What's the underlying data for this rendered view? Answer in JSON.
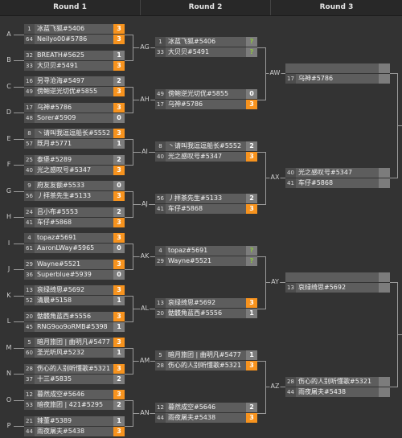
{
  "headers": [
    "Round 1",
    "Round 2",
    "Round 3"
  ],
  "colors": {
    "background": "#333333",
    "header_background": "#282828",
    "row_background": "#5d5d5d",
    "seed_background": "#4d4d4d",
    "score_background": "#7c7c7c",
    "winner_score": "#f7931e",
    "pending_score_text": "#8cc63f",
    "connector": "#9a9a9a"
  },
  "rounds": [
    {
      "matches": [
        {
          "label": "A",
          "players": [
            {
              "seed": "1",
              "name": "冰蓝飞狐#5406",
              "score": "3",
              "winner": true
            },
            {
              "seed": "64",
              "name": "Neilyo00#5786",
              "score": "3",
              "winner": true
            }
          ]
        },
        {
          "label": "B",
          "players": [
            {
              "seed": "32",
              "name": "BREATH#5625",
              "score": "1"
            },
            {
              "seed": "33",
              "name": "大贝贝#5491",
              "score": "3",
              "winner": true
            }
          ]
        },
        {
          "label": "C",
          "players": [
            {
              "seed": "16",
              "name": "另寻沧海#5497",
              "score": "2"
            },
            {
              "seed": "49",
              "name": "傍鲍逆光切优#5855",
              "score": "3",
              "winner": true
            }
          ]
        },
        {
          "label": "D",
          "players": [
            {
              "seed": "17",
              "name": "乌神#5786",
              "score": "3",
              "winner": true
            },
            {
              "seed": "48",
              "name": "Sorer#5909",
              "score": "0"
            }
          ]
        },
        {
          "label": "E",
          "players": [
            {
              "seed": "8",
              "name": "丶请叫我逗逗船长#5552",
              "score": "3",
              "winner": true
            },
            {
              "seed": "57",
              "name": "既月#5771",
              "score": "1"
            }
          ]
        },
        {
          "label": "F",
          "players": [
            {
              "seed": "25",
              "name": "泰堡#5289",
              "score": "2"
            },
            {
              "seed": "40",
              "name": "光之感叹号#5347",
              "score": "3",
              "winner": true
            }
          ]
        },
        {
          "label": "G",
          "players": [
            {
              "seed": "9",
              "name": "府友友额#5533",
              "score": "0"
            },
            {
              "seed": "56",
              "name": "丿拝茶先生#5133",
              "score": "3",
              "winner": true
            }
          ]
        },
        {
          "label": "H",
          "players": [
            {
              "seed": "24",
              "name": "吕小布#5553",
              "score": "2"
            },
            {
              "seed": "41",
              "name": "车仔#5868",
              "score": "3",
              "winner": true
            }
          ]
        },
        {
          "label": "I",
          "players": [
            {
              "seed": "4",
              "name": "topaz#5691",
              "score": "3",
              "winner": true
            },
            {
              "seed": "61",
              "name": "AaronLWay#5965",
              "score": "0"
            }
          ]
        },
        {
          "label": "J",
          "players": [
            {
              "seed": "29",
              "name": "Wayne#5521",
              "score": "3",
              "winner": true
            },
            {
              "seed": "36",
              "name": "Superblue#5939",
              "score": "0"
            }
          ]
        },
        {
          "label": "K",
          "players": [
            {
              "seed": "13",
              "name": "哀绿绮思#5692",
              "score": "3",
              "winner": true
            },
            {
              "seed": "52",
              "name": "清晨#5158",
              "score": "1"
            }
          ]
        },
        {
          "label": "L",
          "players": [
            {
              "seed": "20",
              "name": "骷髅角蓝西#5556",
              "score": "3",
              "winner": true
            },
            {
              "seed": "45",
              "name": "RNG9oo9oRMB#5398",
              "score": "1"
            }
          ]
        },
        {
          "label": "M",
          "players": [
            {
              "seed": "5",
              "name": "暗月旅团 | 曲明凡#5477",
              "score": "3",
              "winner": true
            },
            {
              "seed": "60",
              "name": "圣光听风#5232",
              "score": "1"
            }
          ]
        },
        {
          "label": "N",
          "players": [
            {
              "seed": "28",
              "name": "伤心的人别听懂歌#5321",
              "score": "3",
              "winner": true
            },
            {
              "seed": "37",
              "name": "十三#5835",
              "score": "2"
            }
          ]
        },
        {
          "label": "O",
          "players": [
            {
              "seed": "12",
              "name": "暮然成空#5646",
              "score": "3",
              "winner": true
            },
            {
              "seed": "53",
              "name": "暗夜旅团 | 421#5295",
              "score": "2"
            }
          ]
        },
        {
          "label": "P",
          "players": [
            {
              "seed": "21",
              "name": "辣董#5389",
              "score": "1"
            },
            {
              "seed": "44",
              "name": "雨夜屠夫#5438",
              "score": "3",
              "winner": true
            }
          ]
        }
      ]
    },
    {
      "matches": [
        {
          "label": "AG",
          "players": [
            {
              "seed": "1",
              "name": "冰蓝飞狐#5406",
              "score": "?"
            },
            {
              "seed": "33",
              "name": "大贝贝#5491",
              "score": "?"
            }
          ]
        },
        {
          "label": "AH",
          "players": [
            {
              "seed": "49",
              "name": "傍鲍逆光切优#5855",
              "score": "0"
            },
            {
              "seed": "17",
              "name": "乌神#5786",
              "score": "3",
              "winner": true
            }
          ]
        },
        {
          "label": "AI",
          "players": [
            {
              "seed": "8",
              "name": "丶请叫我逗逗船长#5552",
              "score": "2"
            },
            {
              "seed": "40",
              "name": "光之感叹号#5347",
              "score": "3",
              "winner": true
            }
          ]
        },
        {
          "label": "AJ",
          "players": [
            {
              "seed": "56",
              "name": "丿拝茶先生#5133",
              "score": "2"
            },
            {
              "seed": "41",
              "name": "车仔#5868",
              "score": "3",
              "winner": true
            }
          ]
        },
        {
          "label": "AK",
          "players": [
            {
              "seed": "4",
              "name": "topaz#5691",
              "score": "?"
            },
            {
              "seed": "29",
              "name": "Wayne#5521",
              "score": "?"
            }
          ]
        },
        {
          "label": "AL",
          "players": [
            {
              "seed": "13",
              "name": "哀绿绮思#5692",
              "score": "3",
              "winner": true
            },
            {
              "seed": "20",
              "name": "骷髅角蓝西#5556",
              "score": "1"
            }
          ]
        },
        {
          "label": "AM",
          "players": [
            {
              "seed": "5",
              "name": "暗月旅团 | 曲明凡#5477",
              "score": "1"
            },
            {
              "seed": "28",
              "name": "伤心的人别听懂歌#5321",
              "score": "3",
              "winner": true
            }
          ]
        },
        {
          "label": "AN",
          "players": [
            {
              "seed": "12",
              "name": "暮然成空#5646",
              "score": "2"
            },
            {
              "seed": "44",
              "name": "雨夜屠夫#5438",
              "score": "3",
              "winner": true
            }
          ]
        }
      ]
    },
    {
      "matches": [
        {
          "label": "AW",
          "players": [
            {
              "seed": "",
              "name": "",
              "score": ""
            },
            {
              "seed": "17",
              "name": "乌神#5786",
              "score": ""
            }
          ]
        },
        {
          "label": "AX",
          "players": [
            {
              "seed": "40",
              "name": "光之感叹号#5347",
              "score": ""
            },
            {
              "seed": "41",
              "name": "车仔#5868",
              "score": ""
            }
          ]
        },
        {
          "label": "AY",
          "players": [
            {
              "seed": "",
              "name": "",
              "score": ""
            },
            {
              "seed": "13",
              "name": "哀绿绮思#5692",
              "score": ""
            }
          ]
        },
        {
          "label": "AZ",
          "players": [
            {
              "seed": "28",
              "name": "伤心的人别听懂歌#5321",
              "score": ""
            },
            {
              "seed": "44",
              "name": "雨夜屠夫#5438",
              "score": ""
            }
          ]
        }
      ]
    }
  ]
}
